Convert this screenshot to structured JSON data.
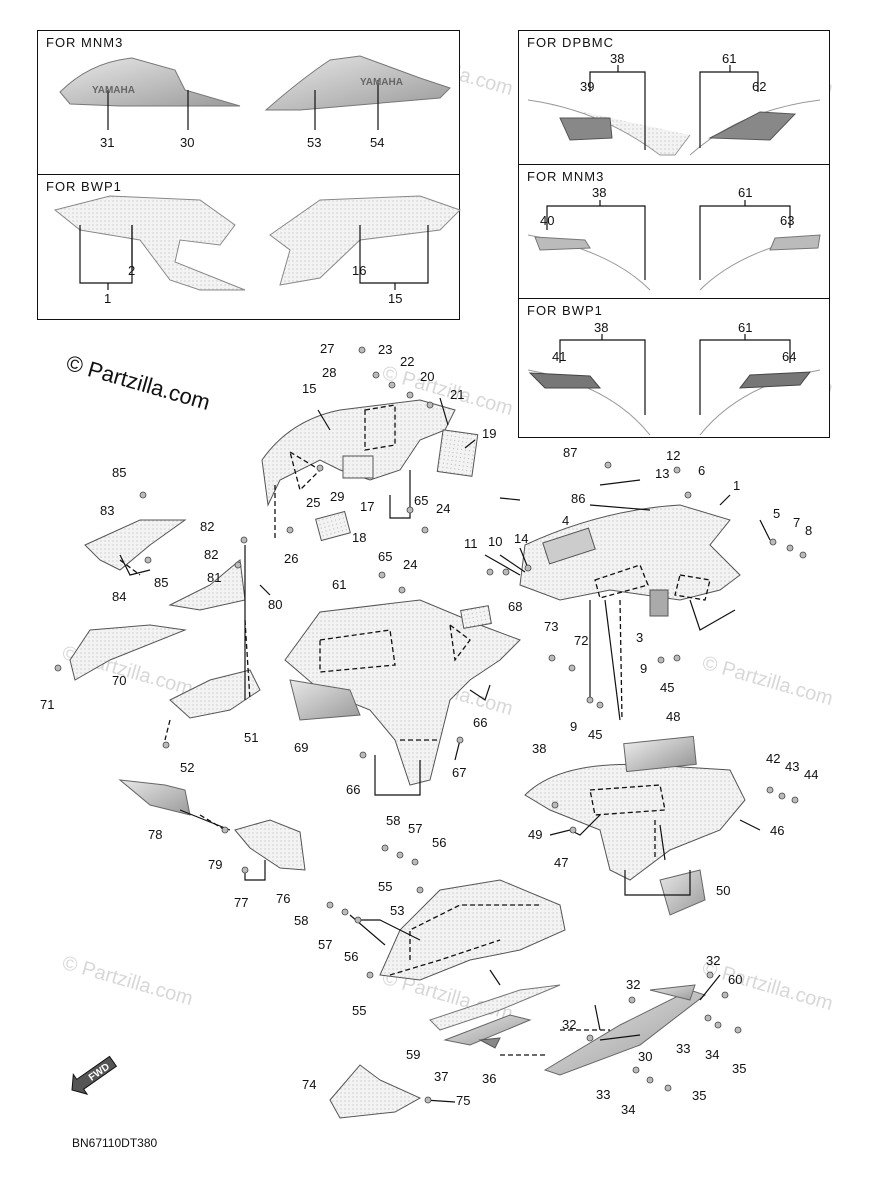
{
  "boxes": {
    "mnm3_fairing": "FOR  MNM3",
    "bwp1_fairing": "FOR  BWP1",
    "dpbmc_decal": "FOR  DPBMC",
    "mnm3_decal": "FOR  MNM3",
    "bwp1_decal": "FOR  BWP1"
  },
  "brand_marks": {
    "left": "YAMAHA",
    "right": "YAMAHA"
  },
  "fwd_arrow": "FWD",
  "watermark": "© Partzilla.com",
  "diagram_code": "BN67110DT380",
  "callouts": {
    "c31": "31",
    "c30a": "30",
    "c53a": "53",
    "c54": "54",
    "c2": "2",
    "c1": "1",
    "c16": "16",
    "c15a": "15",
    "c38a": "38",
    "c39": "39",
    "c61a": "61",
    "c62": "62",
    "c38b": "38",
    "c40": "40",
    "c61b": "61",
    "c63": "63",
    "c38c": "38",
    "c41": "41",
    "c61c": "61",
    "c64": "64",
    "c27": "27",
    "c23": "23",
    "c22": "22",
    "c28": "28",
    "c20": "20",
    "c21": "21",
    "c15b": "15",
    "c19": "19",
    "c25": "25",
    "c29": "29",
    "c17": "17",
    "c65a": "65",
    "c24a": "24",
    "c18": "18",
    "c26": "26",
    "c65b": "65",
    "c24b": "24",
    "c87": "87",
    "c12": "12",
    "c13": "13",
    "c6": "6",
    "c1b": "1",
    "c86": "86",
    "c5": "5",
    "c7": "7",
    "c8": "8",
    "c4": "4",
    "c11": "11",
    "c10": "10",
    "c14": "14",
    "c85a": "85",
    "c83": "83",
    "c82a": "82",
    "c82b": "82",
    "c85b": "85",
    "c84": "84",
    "c81": "81",
    "c80": "80",
    "c61": "61",
    "c68": "68",
    "c73": "73",
    "c72": "72",
    "c3": "3",
    "c9a": "9",
    "c45a": "45",
    "c9b": "9",
    "c45b": "45",
    "c70": "70",
    "c71": "71",
    "c51": "51",
    "c52": "52",
    "c69": "69",
    "c66a": "66",
    "c66b": "66",
    "c67": "67",
    "c48": "48",
    "c38": "38",
    "c42": "42",
    "c43": "43",
    "c44": "44",
    "c49": "49",
    "c47": "47",
    "c46": "46",
    "c50": "50",
    "c78": "78",
    "c79": "79",
    "c77": "77",
    "c76": "76",
    "c58a": "58",
    "c57a": "57",
    "c56a": "56",
    "c55a": "55",
    "c53": "53",
    "c58b": "58",
    "c57b": "57",
    "c56b": "56",
    "c55b": "55",
    "c32a": "32",
    "c60": "60",
    "c32b": "32",
    "c32c": "32",
    "c30": "30",
    "c33a": "33",
    "c34a": "34",
    "c35a": "35",
    "c59": "59",
    "c37": "37",
    "c36": "36",
    "c33b": "33",
    "c34b": "34",
    "c35b": "35",
    "c74": "74",
    "c75": "75"
  }
}
